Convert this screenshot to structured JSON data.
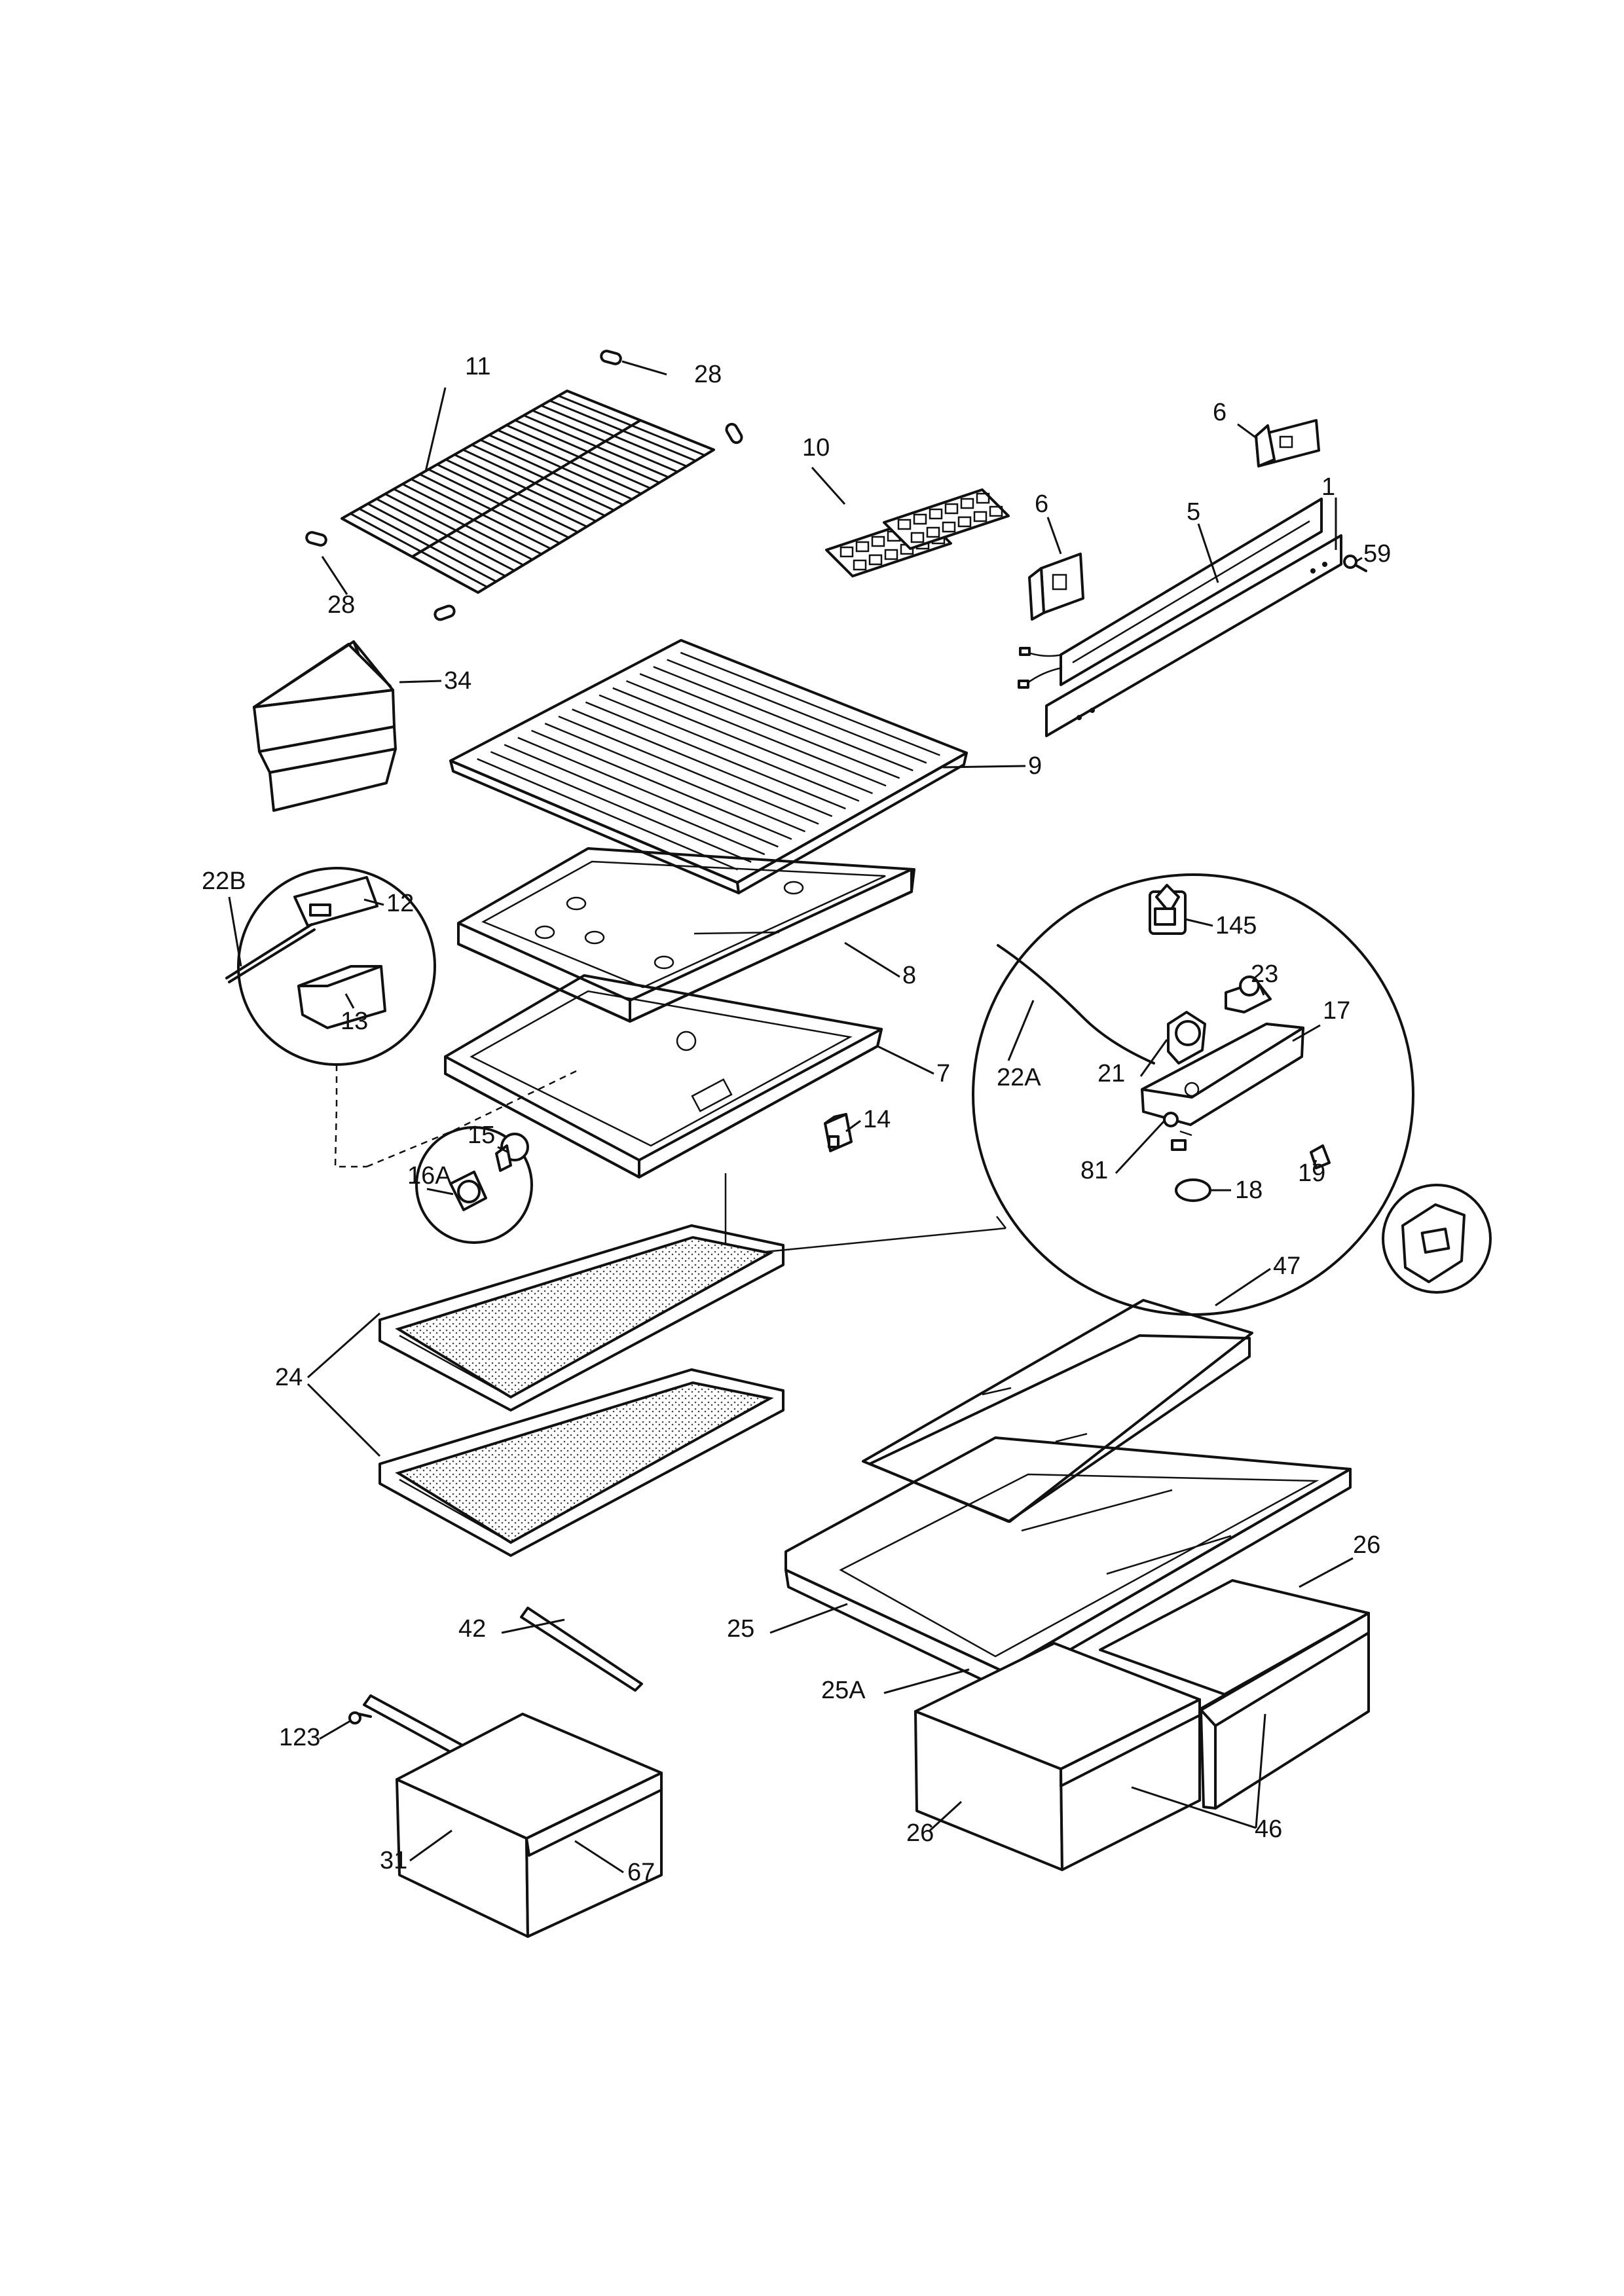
{
  "labels": [
    {
      "text": "11"
    },
    {
      "text": "28"
    },
    {
      "text": "28"
    },
    {
      "text": "10"
    },
    {
      "text": "6"
    },
    {
      "text": "6"
    },
    {
      "text": "5"
    },
    {
      "text": "1"
    },
    {
      "text": "59"
    },
    {
      "text": "34"
    },
    {
      "text": "9"
    },
    {
      "text": "22B"
    },
    {
      "text": "12"
    },
    {
      "text": "13"
    },
    {
      "text": "8"
    },
    {
      "text": "7"
    },
    {
      "text": "14"
    },
    {
      "text": "15"
    },
    {
      "text": "16A"
    },
    {
      "text": "145"
    },
    {
      "text": "23"
    },
    {
      "text": "22A"
    },
    {
      "text": "21"
    },
    {
      "text": "17"
    },
    {
      "text": "81"
    },
    {
      "text": "19"
    },
    {
      "text": "18"
    },
    {
      "text": "24"
    },
    {
      "text": "47"
    },
    {
      "text": "26"
    },
    {
      "text": "25"
    },
    {
      "text": "25A"
    },
    {
      "text": "42"
    },
    {
      "text": "123"
    },
    {
      "text": "31"
    },
    {
      "text": "67"
    },
    {
      "text": "26"
    },
    {
      "text": "46"
    }
  ],
  "colors": {
    "line": "#111111",
    "background": "#ffffff"
  }
}
